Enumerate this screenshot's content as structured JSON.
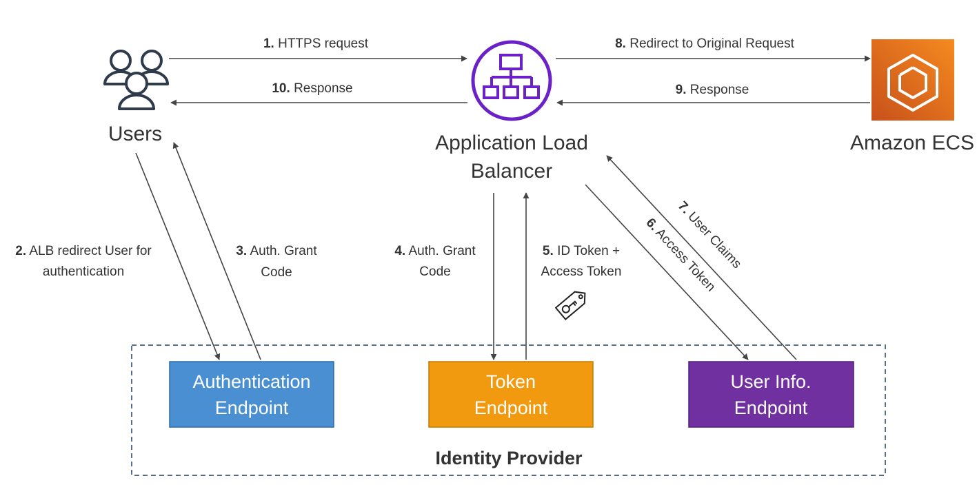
{
  "nodes": {
    "users": {
      "label": "Users"
    },
    "alb": {
      "label_line1": "Application Load",
      "label_line2": "Balancer"
    },
    "ecs": {
      "label": "Amazon ECS"
    }
  },
  "endpoints": {
    "auth": {
      "line1": "Authentication",
      "line2": "Endpoint",
      "color": "#4a8fd1"
    },
    "token": {
      "line1": "Token",
      "line2": "Endpoint",
      "color": "#f29a0f"
    },
    "userinfo": {
      "line1": "User Info.",
      "line2": "Endpoint",
      "color": "#7030a0"
    }
  },
  "identity_provider": {
    "label": "Identity Provider"
  },
  "steps": {
    "s1": {
      "num": "1.",
      "text": "HTTPS request"
    },
    "s2": {
      "num": "2.",
      "text": "ALB redirect User for",
      "text2": "authentication"
    },
    "s3": {
      "num": "3.",
      "text": "Auth. Grant",
      "text2": "Code"
    },
    "s4": {
      "num": "4.",
      "text": "Auth. Grant",
      "text2": "Code"
    },
    "s5": {
      "num": "5.",
      "text": "ID Token +",
      "text2": "Access Token"
    },
    "s6": {
      "num": "6.",
      "text": "Access Token"
    },
    "s7": {
      "num": "7.",
      "text": "User Claims"
    },
    "s8": {
      "num": "8.",
      "text": "Redirect to Original Request"
    },
    "s9": {
      "num": "9.",
      "text": "Response"
    },
    "s10": {
      "num": "10.",
      "text": "Response"
    }
  },
  "icons": {
    "users": "users-group-icon",
    "alb": "load-balancer-icon",
    "ecs": "amazon-ecs-icon",
    "token": "key-tag-icon"
  },
  "colors": {
    "alb_purple": "#6b21c8",
    "ecs_orange": "#e8721c",
    "arrow": "#444444",
    "dashed_border": "#5a6e88"
  }
}
